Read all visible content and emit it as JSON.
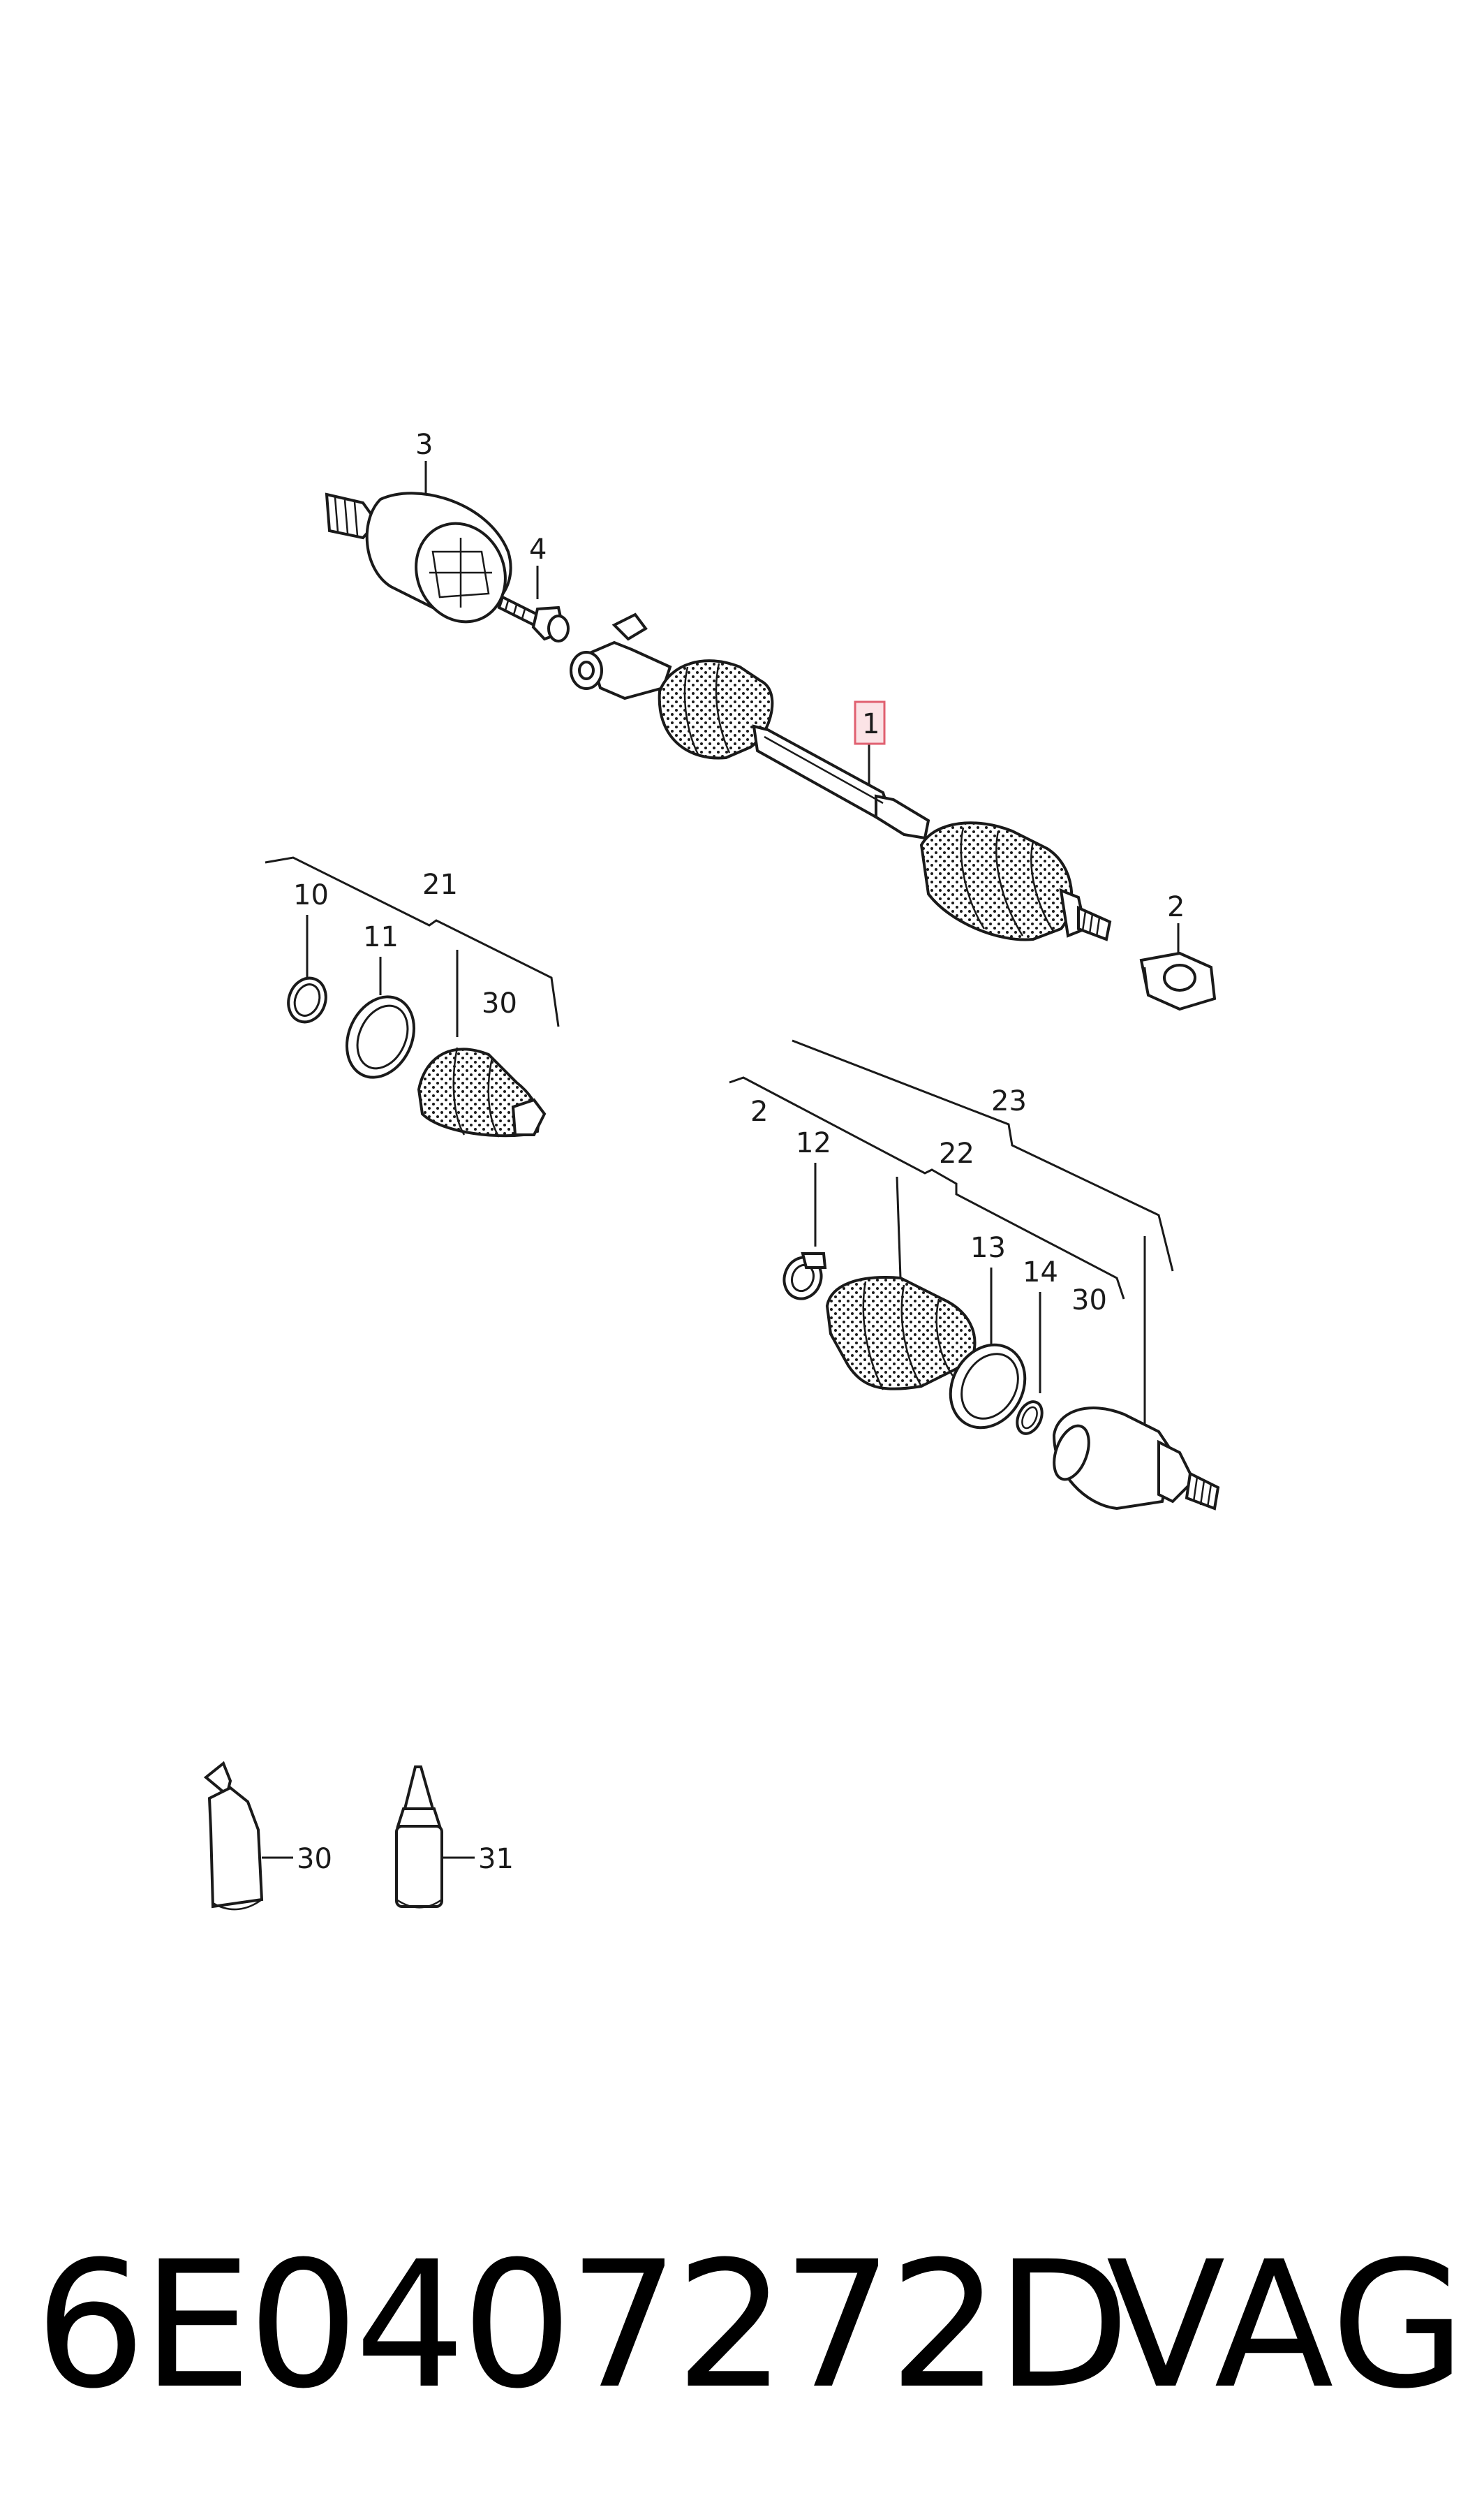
{
  "callouts": {
    "c1": "1",
    "c2": "2",
    "c3": "3",
    "c4": "4",
    "c10": "10",
    "c11": "11",
    "c21": "21",
    "c30a": "30",
    "c2b": "2",
    "c12": "12",
    "c22": "22",
    "c23": "23",
    "c13": "13",
    "c14": "14",
    "c30b": "30",
    "c30c": "30",
    "c31": "31"
  },
  "footer": {
    "part_number": "6E0407272D",
    "brand": "VAG"
  },
  "colors": {
    "line": "#1a1a1a",
    "highlight_box": "#e06070",
    "highlight_fill": "#fbe3e6"
  }
}
